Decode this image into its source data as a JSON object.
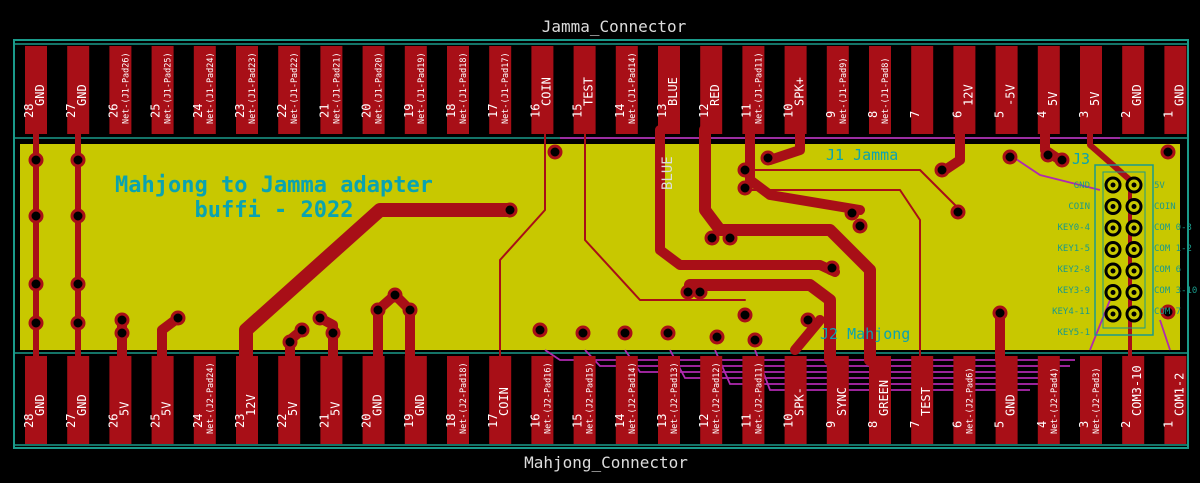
{
  "board": {
    "top_connector_name": "Jamma_Connector",
    "bottom_connector_name": "Mahjong_Connector",
    "title_line1": "Mahjong to Jamma adapter",
    "title_line2": "buffi - 2022",
    "j1_label": "J1  Jamma",
    "j2_label": "J2 Mahjong",
    "j3_label": "J3",
    "blue_silk": "BLUE",
    "colors": {
      "background": "#000000",
      "board_fill": "#c8c800",
      "pad_copper": "#a80f17",
      "outline": "#1a9a8a",
      "title_text": "#0aa3b0",
      "pin_text": "#ffffff",
      "net_trace": "#b02ab0",
      "via_ring": "#2f8f2f"
    }
  },
  "top_pins": [
    {
      "num": "28",
      "net": "GND"
    },
    {
      "num": "27",
      "net": "GND"
    },
    {
      "num": "26",
      "net": "Net-(J1-Pad26)"
    },
    {
      "num": "25",
      "net": "Net-(J1-Pad25)"
    },
    {
      "num": "24",
      "net": "Net-(J1-Pad24)"
    },
    {
      "num": "23",
      "net": "Net-(J1-Pad23)"
    },
    {
      "num": "22",
      "net": "Net-(J1-Pad22)"
    },
    {
      "num": "21",
      "net": "Net-(J1-Pad21)"
    },
    {
      "num": "20",
      "net": "Net-(J1-Pad20)"
    },
    {
      "num": "19",
      "net": "Net-(J1-Pad19)"
    },
    {
      "num": "18",
      "net": "Net-(J1-Pad18)"
    },
    {
      "num": "17",
      "net": "Net-(J1-Pad17)"
    },
    {
      "num": "16",
      "net": "COIN"
    },
    {
      "num": "15",
      "net": "TEST"
    },
    {
      "num": "14",
      "net": "Net-(J1-Pad14)"
    },
    {
      "num": "13",
      "net": "BLUE"
    },
    {
      "num": "12",
      "net": "RED"
    },
    {
      "num": "11",
      "net": "Net-(J1-Pad11)"
    },
    {
      "num": "10",
      "net": "SPK+"
    },
    {
      "num": "9",
      "net": "Net-(J1-Pad9)"
    },
    {
      "num": "8",
      "net": "Net-(J1-Pad8)"
    },
    {
      "num": "7",
      "net": ""
    },
    {
      "num": "6",
      "net": "12V"
    },
    {
      "num": "5",
      "net": "-5V"
    },
    {
      "num": "4",
      "net": "5V"
    },
    {
      "num": "3",
      "net": "5V"
    },
    {
      "num": "2",
      "net": "GND"
    },
    {
      "num": "1",
      "net": "GND"
    }
  ],
  "bottom_pins": [
    {
      "num": "28",
      "net": "GND"
    },
    {
      "num": "27",
      "net": "GND"
    },
    {
      "num": "26",
      "net": "5V"
    },
    {
      "num": "25",
      "net": "5V"
    },
    {
      "num": "24",
      "net": "Net-(J2-Pad24)"
    },
    {
      "num": "23",
      "net": "12V"
    },
    {
      "num": "22",
      "net": "5V"
    },
    {
      "num": "21",
      "net": "5V"
    },
    {
      "num": "20",
      "net": "GND"
    },
    {
      "num": "19",
      "net": "GND"
    },
    {
      "num": "18",
      "net": "Net-(J2-Pad18)"
    },
    {
      "num": "17",
      "net": "COIN"
    },
    {
      "num": "16",
      "net": "Net-(J2-Pad16)"
    },
    {
      "num": "15",
      "net": "Net-(J2-Pad15)"
    },
    {
      "num": "14",
      "net": "Net-(J2-Pad14)"
    },
    {
      "num": "13",
      "net": "Net-(J2-Pad13)"
    },
    {
      "num": "12",
      "net": "Net-(J2-Pad12)"
    },
    {
      "num": "11",
      "net": "Net-(J2-Pad11)"
    },
    {
      "num": "10",
      "net": "SPK-"
    },
    {
      "num": "9",
      "net": "SYNC"
    },
    {
      "num": "8",
      "net": "GREEN"
    },
    {
      "num": "7",
      "net": "TEST"
    },
    {
      "num": "6",
      "net": "Net-(J2-Pad6)"
    },
    {
      "num": "5",
      "net": "GND"
    },
    {
      "num": "4",
      "net": "Net-(J2-Pad4)"
    },
    {
      "num": "3",
      "net": "Net-(J2-Pad3)"
    },
    {
      "num": "2",
      "net": "COM3-10"
    },
    {
      "num": "1",
      "net": "COM1-2"
    }
  ],
  "j3_left_labels": [
    "GND",
    "COIN",
    "KEY0-4",
    "KEY1-5",
    "KEY2-8",
    "KEY3-9",
    "KEY4-11",
    "KEY5-1"
  ],
  "j3_right_labels": [
    "5V",
    "COIN",
    "COM 0-3",
    "COM 1-2",
    "COM 6",
    "COM 3-10",
    "COM 7"
  ]
}
